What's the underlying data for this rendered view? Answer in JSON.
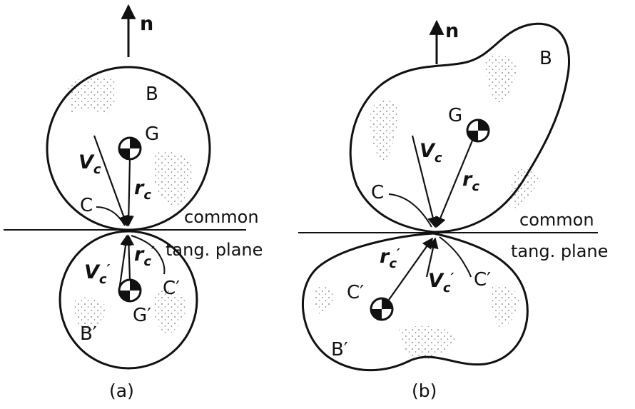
{
  "diagram_a": {
    "normal_label": "n",
    "body_label": "B",
    "body2_label": "B′",
    "cg_label": "G",
    "cg2_label": "G′",
    "contact_label": "C",
    "contact2_label": "C′",
    "v_label": "V",
    "v_sub": "c",
    "v2_label": "V",
    "v2_sub": "c",
    "r_label": "r",
    "r_sub": "c",
    "r2_label": "r",
    "r2_sub": "c",
    "plane_line1": "common",
    "plane_line2": "tang. plane",
    "caption": "(a)"
  },
  "diagram_b": {
    "normal_label": "n",
    "body_label": "B",
    "body2_label": "B′",
    "cg_label": "G",
    "cg2_label": "C′",
    "contact_label": "C",
    "contact2_label": "C′",
    "v_label": "V",
    "v_sub": "c",
    "v2_label": "V",
    "v2_sub": "c",
    "r_label": "r",
    "r_sub": "c",
    "r2_label": "r",
    "r2_sub": "c",
    "plane_line1": "common",
    "plane_line2": "tang. plane",
    "caption": "(b)"
  },
  "prime_mark": "′"
}
